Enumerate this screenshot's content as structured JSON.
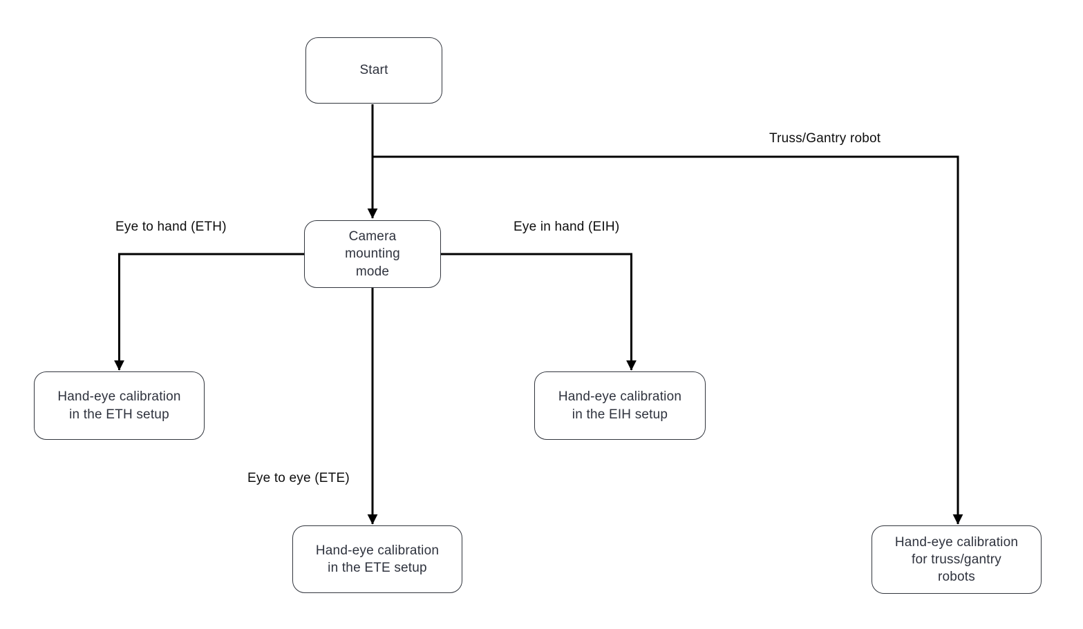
{
  "diagram": {
    "type": "flowchart",
    "background_color": "#ffffff",
    "colors": {
      "connector": "#000000",
      "node_border": "#30343c",
      "node_fill": "#ffffff",
      "node_text": "#2e323d",
      "label_text": "#0d0d0d"
    },
    "nodes": {
      "start": {
        "label": "Start"
      },
      "camera_mounting_mode": {
        "label": "Camera\nmounting\nmode"
      },
      "eth_setup": {
        "label": "Hand-eye calibration\nin the ETH setup"
      },
      "eih_setup": {
        "label": "Hand-eye calibration\nin the EIH setup"
      },
      "ete_setup": {
        "label": "Hand-eye calibration\nin the ETE setup"
      },
      "truss_gantry": {
        "label": "Hand-eye calibration\nfor truss/gantry\nrobots"
      }
    },
    "edges": [
      {
        "from": "start",
        "to": "camera_mounting_mode",
        "label": ""
      },
      {
        "from": "start",
        "to": "truss_gantry",
        "label": "Truss/Gantry robot"
      },
      {
        "from": "camera_mounting_mode",
        "to": "eth_setup",
        "label": "Eye to hand (ETH)"
      },
      {
        "from": "camera_mounting_mode",
        "to": "eih_setup",
        "label": "Eye in hand (EIH)"
      },
      {
        "from": "camera_mounting_mode",
        "to": "ete_setup",
        "label": "Eye to eye (ETE)"
      }
    ]
  }
}
